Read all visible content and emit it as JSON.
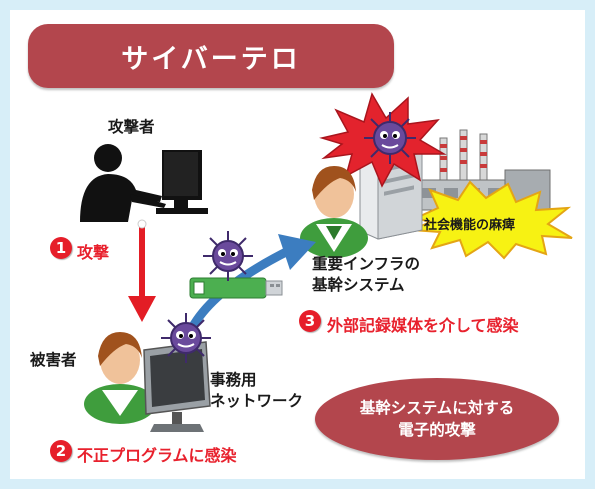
{
  "title": "サイバーテロ",
  "attacker_label": "攻撃者",
  "victim_label": "被害者",
  "step1": {
    "number": "1",
    "label": "攻撃"
  },
  "step2": {
    "number": "2",
    "label": "不正プログラムに感染"
  },
  "step3": {
    "number": "3",
    "label": "外部記録媒体を介して感染"
  },
  "infra_label": {
    "line1": "重要インフラの",
    "line2": "基幹システム"
  },
  "network_label": {
    "line1": "事務用",
    "line2": "ネットワーク"
  },
  "social_label": "社会機能の麻痺",
  "callout": {
    "line1": "基幹システムに対する",
    "line2": "電子的攻撃"
  },
  "colors": {
    "title_bg": "#b3464d",
    "attack_arrow": "#e31d25",
    "infection_arrow": "#3c7dc0",
    "step_red": "#e8212d",
    "burst_yellow": "#f7f213",
    "burst_red": "#e3232d",
    "virus_purple": "#6a4a9c",
    "usb_green": "#4caf50",
    "background": "#d7eef8"
  }
}
